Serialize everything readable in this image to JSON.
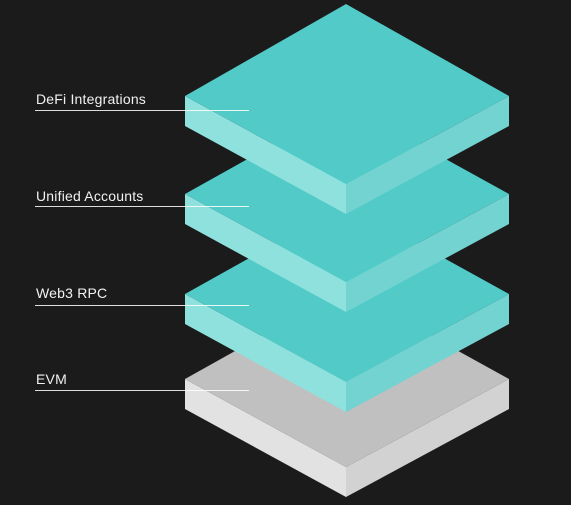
{
  "layers": [
    {
      "label": "DeFi Integrations",
      "kind": "teal"
    },
    {
      "label": "Unified Accounts",
      "kind": "teal"
    },
    {
      "label": "Web3 RPC",
      "kind": "teal"
    },
    {
      "label": "EVM",
      "kind": "gray"
    }
  ],
  "colors": {
    "background": "#1b1b1b",
    "teal_top": "#52cbc8",
    "teal_left": "#8ee1dc",
    "teal_right": "#72d3d1",
    "gray_top": "#c0c0c0",
    "gray_left": "#e2e2e2",
    "gray_right": "#d2d2d2",
    "leader_line": "#ffffff"
  }
}
